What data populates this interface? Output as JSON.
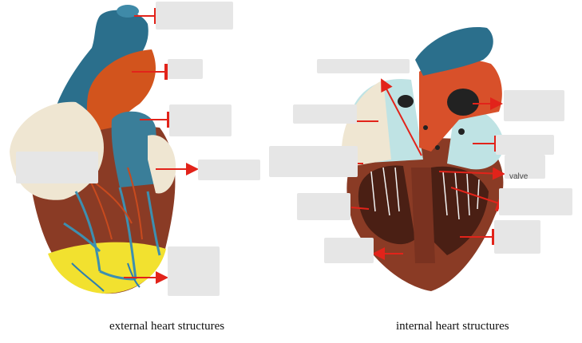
{
  "captions": {
    "external": "external heart structures",
    "internal": "internal heart structures"
  },
  "fragments": {
    "valve": "valve"
  },
  "colors": {
    "arrow": "#e2231a",
    "label_box": "#e6e6e6",
    "aorta_blue": "#2b6f8c",
    "pulmonary_orange": "#d2541d",
    "muscle_brown": "#8a3b25",
    "fat_cream": "#efe6d2",
    "apex_yellow": "#f2e12f",
    "chamber_cyan": "#bfe3e4",
    "chamber_interior": "#4a1f14"
  }
}
